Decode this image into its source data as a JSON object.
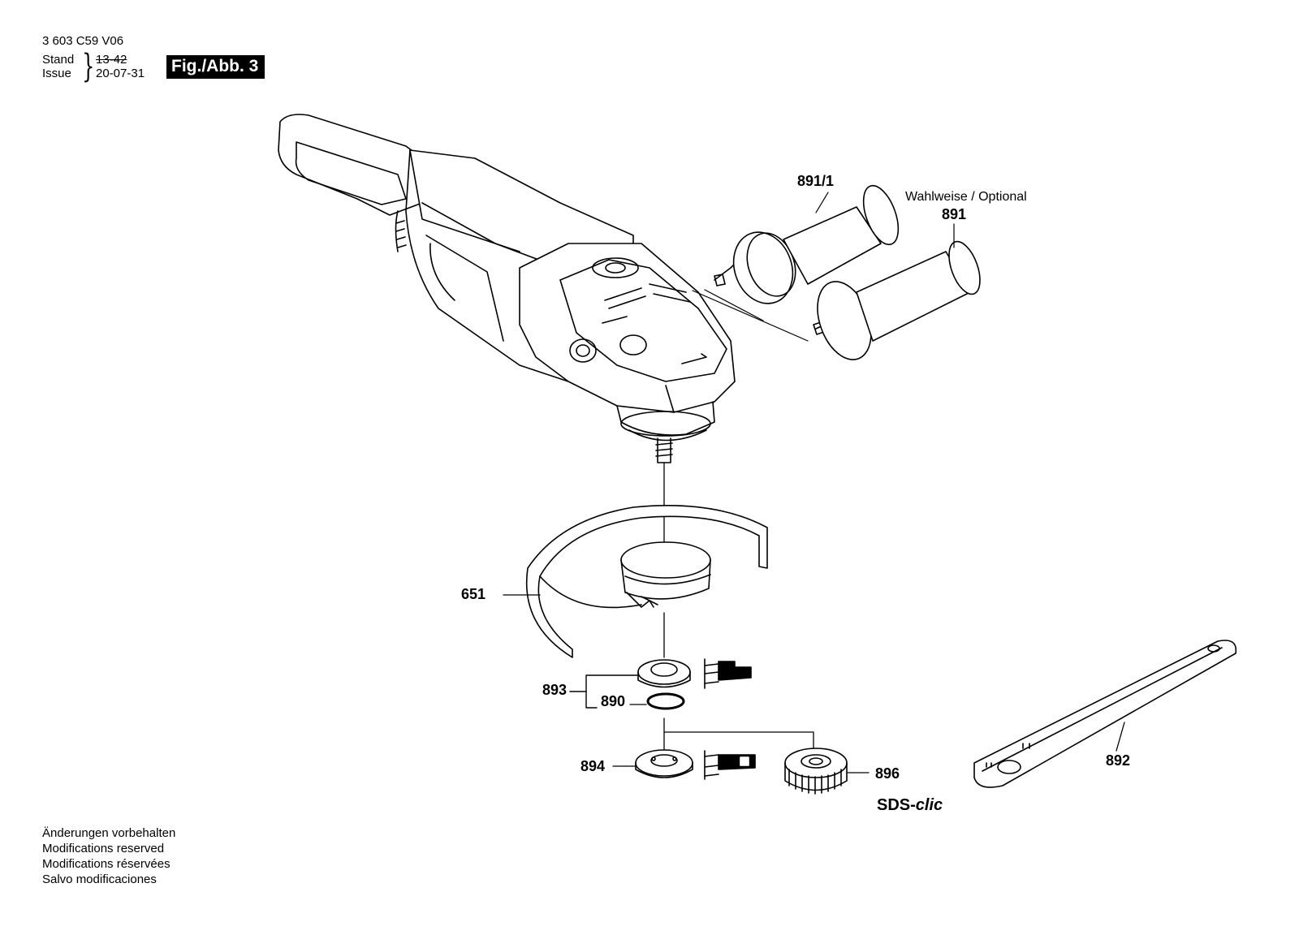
{
  "header": {
    "doc_number": "3 603 C59 V06",
    "stand_label": "Stand",
    "issue_label": "Issue",
    "stand_value_struck": "13-42",
    "issue_value": "20-07-31",
    "figure_label": "Fig./Abb. 3"
  },
  "callouts": {
    "p891_1": "891/1",
    "p891": "891",
    "optional": "Wahlweise / Optional",
    "p651": "651",
    "p893": "893",
    "p890": "890",
    "p894": "894",
    "p896": "896",
    "p892": "892",
    "sds_prefix": "SDS-",
    "sds_suffix": "clic"
  },
  "footer_notes": [
    "Änderungen vorbehalten",
    "Modifications reserved",
    "Modifications réservées",
    "Salvo modificaciones"
  ]
}
